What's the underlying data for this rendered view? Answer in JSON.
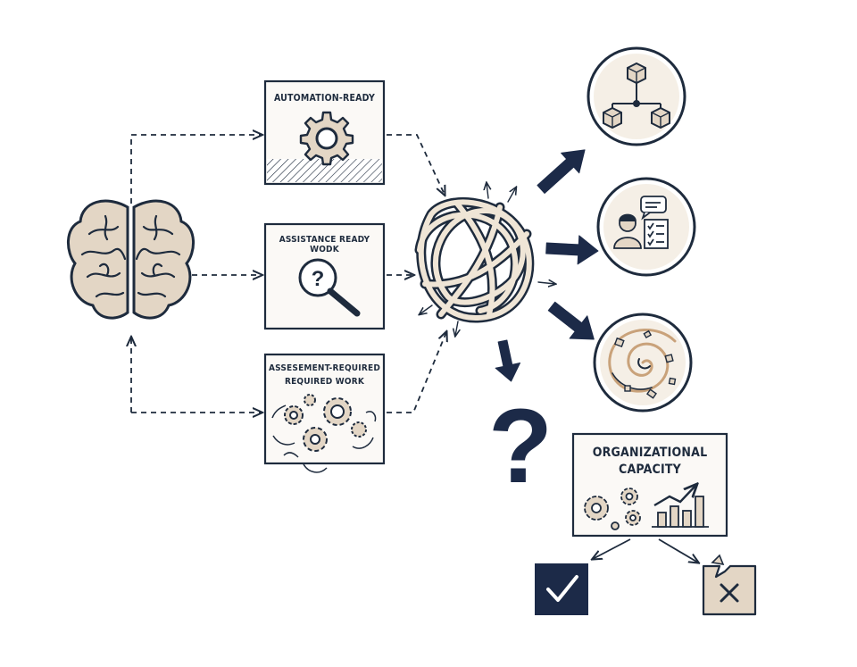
{
  "boxes": {
    "automation_label": "AUTOMATION-READY",
    "assistance_label": "ASSISTANCE READY WODK",
    "assessment_label_line1": "ASSESEMENT-REQUIRED",
    "assessment_label_line2": "REQUIRED WORK"
  },
  "capacity": {
    "title_line1": "ORGANIZATIONAL",
    "title_line2": "CAPACITY"
  },
  "question_mark": "?",
  "colors": {
    "ink": "#1e2b3d",
    "navy": "#1c2a48",
    "beige": "#e3d6c5",
    "paper": "#fbf9f6"
  },
  "icons": [
    "brain-icon",
    "gear-icon",
    "magnifier-icon",
    "gears-cluster-icon",
    "tangled-knot-icon",
    "network-cubes-icon",
    "person-checklist-icon",
    "swirl-chaos-icon",
    "question-mark-icon",
    "bar-chart-icon",
    "checkmark-icon",
    "broken-x-icon"
  ]
}
